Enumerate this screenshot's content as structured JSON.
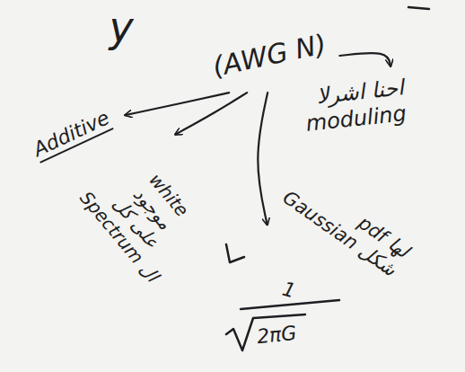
{
  "diagram": {
    "nodes": [
      {
        "text": [
          "(AWG N)"
        ]
      },
      {
        "text": [
          "احنا اشرلا",
          "moduling"
        ]
      },
      {
        "text": [
          "Additive"
        ]
      },
      {
        "text": [
          "white",
          "موجود",
          "على كل",
          "ال Spectrum"
        ]
      },
      {
        "text": [
          "لها pdf",
          "شكل Gaussian"
        ]
      }
    ],
    "edges": [
      {
        "from": 0,
        "to": 1,
        "arrow": "to"
      },
      {
        "from": 0,
        "to": 2,
        "arrow": "to"
      },
      {
        "from": 0,
        "to": 3,
        "arrow": "to"
      },
      {
        "from": 0,
        "to": 4,
        "arrow": "to"
      }
    ],
    "labels": [
      "y",
      "1",
      "2πG"
    ]
  }
}
